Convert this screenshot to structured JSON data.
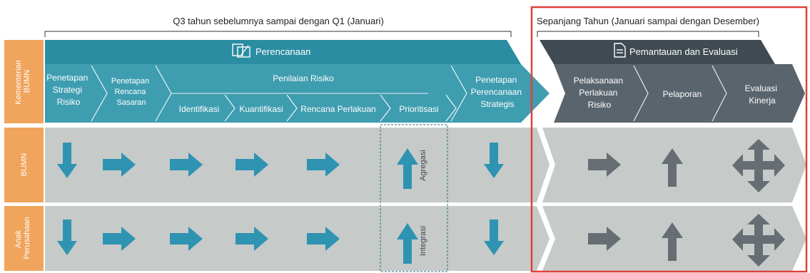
{
  "brackets": {
    "left_label": "Q3 tahun sebelumnya sampai dengan Q1 (Januari)",
    "right_label": "Sepanjang Tahun (Januari sampai dengan Desember)"
  },
  "row_labels": [
    [
      "Kementerian",
      "BUMN"
    ],
    [
      "BUMN"
    ],
    [
      "Anak",
      "Perusahaan"
    ]
  ],
  "planning": {
    "header": "Perencanaan",
    "header_icon": "devices-edit-icon",
    "steps": {
      "strategi": [
        "Penetapan",
        "Strategi",
        "Risiko"
      ],
      "sasaran": [
        "Penetapan",
        "Rencana",
        "Sasaran"
      ],
      "penilaian": "Penilaian Risiko",
      "sub": [
        "Identifikasi",
        "Kuantifikasi",
        "Rencana Perlakuan",
        "Prioritisasi"
      ],
      "perencanaan": [
        "Penetapan",
        "Perencanaan",
        "Strategis"
      ]
    }
  },
  "monitoring": {
    "header": "Pemantauan dan Evaluasi",
    "header_icon": "document-icon",
    "steps": {
      "pelaksanaan": [
        "Pelaksanaan",
        "Perlakuan",
        "Risiko"
      ],
      "pelaporan": "Pelaporan",
      "evaluasi": [
        "Evaluasi",
        "Kinerja"
      ]
    }
  },
  "flow_labels": {
    "agregasi": "Agregasi",
    "integrasi": "Integrasi"
  },
  "colors": {
    "teal_header": "#2a8da1",
    "teal_steps": "#3f9db0",
    "dark_header": "#3f4a52",
    "dark_steps": "#5a646c",
    "band_gray": "#c6cac9",
    "side_orange": "#f0a45c",
    "arrow_teal": "#2f93b2",
    "arrow_gray": "#666e74",
    "highlight_red": "#e0403a"
  },
  "icons": {
    "down": "arrow-down-icon",
    "right": "arrow-right-icon",
    "up": "arrow-up-icon",
    "move": "four-way-arrow-icon"
  }
}
